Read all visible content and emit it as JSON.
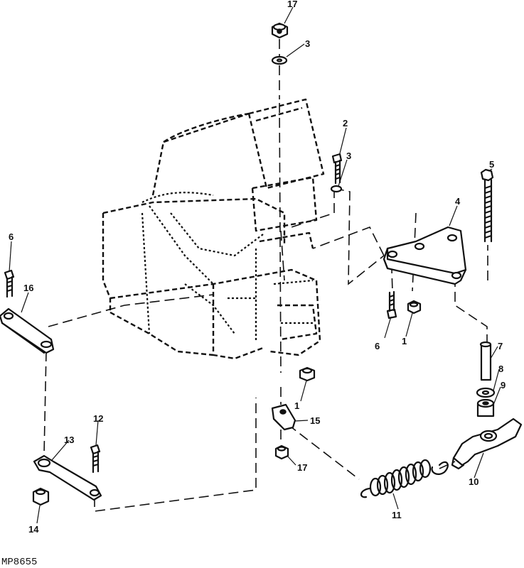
{
  "figure_code": "MP8655",
  "callouts": {
    "c17_top": "17",
    "c3_top": "3",
    "c2": "2",
    "c3_mid": "3",
    "c5": "5",
    "c4": "4",
    "c6_left": "6",
    "c16": "16",
    "c6_mid": "6",
    "c1_right": "1",
    "c7": "7",
    "c8": "8",
    "c9": "9",
    "c1_mid": "1",
    "c15": "15",
    "c12": "12",
    "c13": "13",
    "c17_bot": "17",
    "c10": "10",
    "c14": "14",
    "c11": "11"
  }
}
